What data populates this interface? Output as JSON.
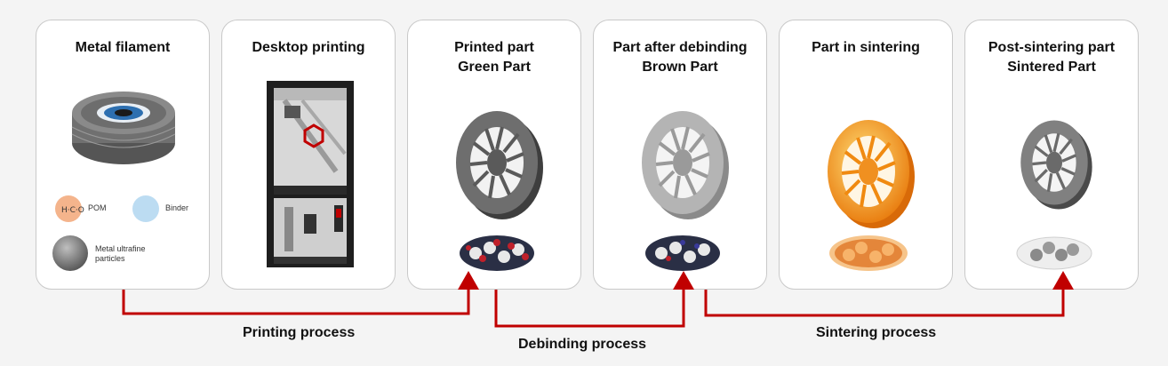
{
  "cards": [
    {
      "title_lines": [
        "Metal filament"
      ]
    },
    {
      "title_lines": [
        "Desktop printing"
      ]
    },
    {
      "title_lines": [
        "Printed part",
        "Green Part"
      ]
    },
    {
      "title_lines": [
        "Part after debinding",
        "Brown Part"
      ]
    },
    {
      "title_lines": [
        "Part in sintering"
      ]
    },
    {
      "title_lines": [
        "Post-sintering part",
        "Sintered Part"
      ]
    }
  ],
  "legend": {
    "pom": "POM",
    "binder": "Binder",
    "metal": "Metal ultrafine particles"
  },
  "processes": {
    "printing": "Printing process",
    "debinding": "Debinding process",
    "sintering": "Sintering process"
  },
  "colors": {
    "arrow": "#c00000",
    "card_border": "#c9c9c9",
    "pom": "#f4b48c",
    "binder": "#bcdcf2",
    "sinter_orange": "#f08a10"
  }
}
